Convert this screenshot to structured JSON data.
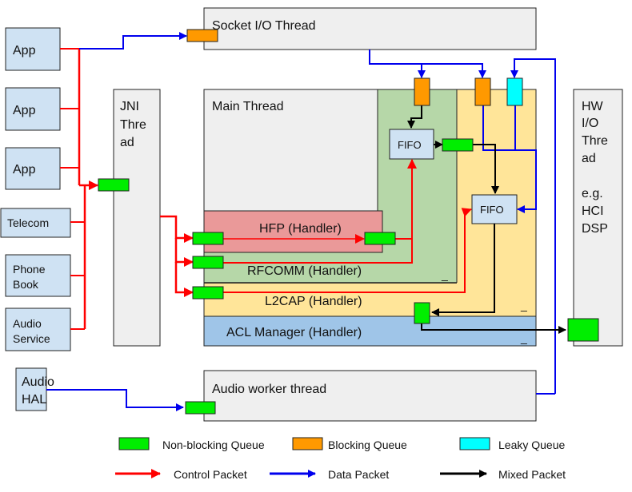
{
  "colors": {
    "control": "#ff0000",
    "data": "#0000ee",
    "mixed": "#000000",
    "non_blocking_queue": "#00ee00",
    "blocking_queue": "#ff9900",
    "leaky_queue": "#00ffff",
    "client_box": "#cfe2f3",
    "thread_box": "#efefef",
    "hfp": "#ea9999",
    "rfcomm": "#b6d7a8",
    "l2cap": "#ffe599",
    "acl": "#9fc5e8",
    "fifo": "#cfe2f3"
  },
  "clients": [
    {
      "id": "app1",
      "lines": [
        "App"
      ]
    },
    {
      "id": "app2",
      "lines": [
        "App"
      ]
    },
    {
      "id": "app3",
      "lines": [
        "App"
      ]
    },
    {
      "id": "telecom",
      "lines": [
        "Telecom"
      ]
    },
    {
      "id": "phonebook",
      "lines": [
        "Phone",
        "Book"
      ]
    },
    {
      "id": "audio-service",
      "lines": [
        "Audio",
        "Service"
      ]
    },
    {
      "id": "audio-hal",
      "lines": [
        "Audio",
        "HAL"
      ]
    }
  ],
  "threads": {
    "jni": {
      "lines": [
        "JNI",
        "Thre",
        "ad"
      ]
    },
    "socket_io": {
      "title": "Socket I/O Thread"
    },
    "main": {
      "title": "Main Thread"
    },
    "audio_worker": {
      "title": "Audio worker thread"
    },
    "hw_io": {
      "lines": [
        "HW",
        "I/O",
        "Thre",
        "ad",
        "",
        "e.g.",
        "HCI",
        "DSP"
      ]
    }
  },
  "handlers": {
    "hfp": "HFP (Handler)",
    "rfcomm": "RFCOMM (Handler)",
    "l2cap": "L2CAP (Handler)",
    "acl": "ACL Manager (Handler)",
    "minimize_glyph": "_"
  },
  "fifo_label": "FIFO",
  "legend": {
    "queues": [
      {
        "label": "Non-blocking Queue",
        "kind": "non_blocking_queue"
      },
      {
        "label": "Blocking Queue",
        "kind": "blocking_queue"
      },
      {
        "label": "Leaky Queue",
        "kind": "leaky_queue"
      }
    ],
    "packets": [
      {
        "label": "Control Packet",
        "kind": "control"
      },
      {
        "label": "Data Packet",
        "kind": "data"
      },
      {
        "label": "Mixed Packet",
        "kind": "mixed"
      }
    ]
  }
}
